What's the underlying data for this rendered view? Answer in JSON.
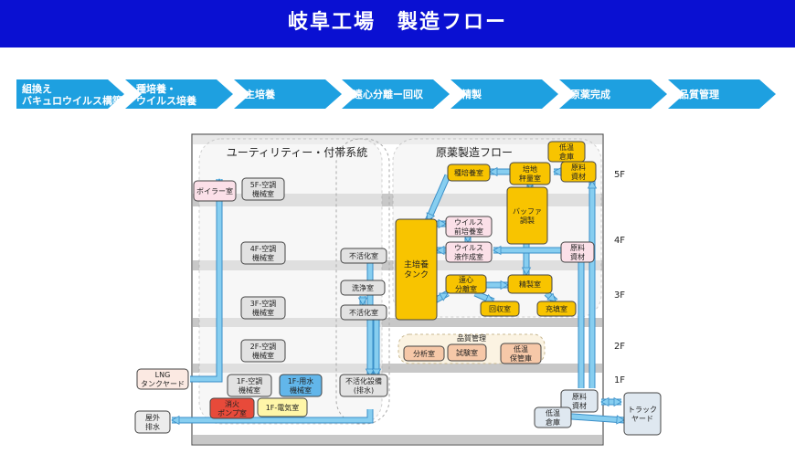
{
  "title": "岐阜工場　製造フロー",
  "process_steps": [
    {
      "label": "組換え\nバキュロウイルス構築"
    },
    {
      "label": "種培養・\nウイルス培養"
    },
    {
      "label": "主培養"
    },
    {
      "label": "遠心分離ー回収"
    },
    {
      "label": "精製"
    },
    {
      "label": "原薬完成"
    },
    {
      "label": "品質管理"
    }
  ],
  "sections": {
    "utility": "ユーティリティー・付帯系統",
    "api": "原薬製造フロー",
    "qc": "品質管理"
  },
  "floors": [
    "5F",
    "4F",
    "3F",
    "2F",
    "1F"
  ],
  "rooms": {
    "boiler": "ボイラー室",
    "m5f": "5F-空調\n機械室",
    "m4f": "4F-空調\n機械室",
    "m3f": "3F-空調\n機械室",
    "m2f": "2F-空調\n機械室",
    "m1f": "1F-空調\n機械室",
    "water1f": "1F-用水\n機械室",
    "firepump": "消火\nポンプ室",
    "elec1f": "1F-電気室",
    "inact4f": "不活化室",
    "wash": "洗浄室",
    "inact3f": "不活化室",
    "inactfac": "不活化設備\n(排水)",
    "lng": "LNG\nタンクヤード",
    "outdoor": "屋外\n排水",
    "seed": "種培養室",
    "weigh": "培地\n秤量室",
    "cold5": "低温\n倉庫",
    "mat5": "原料\n資材",
    "main_tank": "主培養\nタンク",
    "virus_pre": "ウイルス\n前培養室",
    "virus_prep": "ウイルス\n液作成室",
    "buffer": "バッファ\n調製",
    "mat4": "原料\n資材",
    "centri": "遠心\n分離室",
    "purif": "精製室",
    "recov": "回収室",
    "fill": "充填室",
    "analysis": "分析室",
    "testing": "試験室",
    "coldstore": "低温\n保管庫",
    "mat1": "原料\n資材",
    "cold1": "低温\n倉庫",
    "truck": "トラック\nヤード"
  },
  "colors": {
    "title_bg": "#0a10d2",
    "step_arrow": "#1ea0e0",
    "flow_arrow": "#87cef0",
    "yellow_room": "#f8c400",
    "pink_room": "#fbe0e8",
    "grey_room": "#e2e2e2",
    "blue_room": "#62b6ea",
    "red_room": "#e84a3a",
    "lightyellow_room": "#fff6a8",
    "salmon_room": "#f6c8a8",
    "floor_slab": "#c8c8c8",
    "zone_fill": "#f2f2f2"
  },
  "icons": [
    "right-arrow-icon",
    "left-arrow-icon",
    "up-arrow-icon",
    "down-arrow-icon"
  ]
}
